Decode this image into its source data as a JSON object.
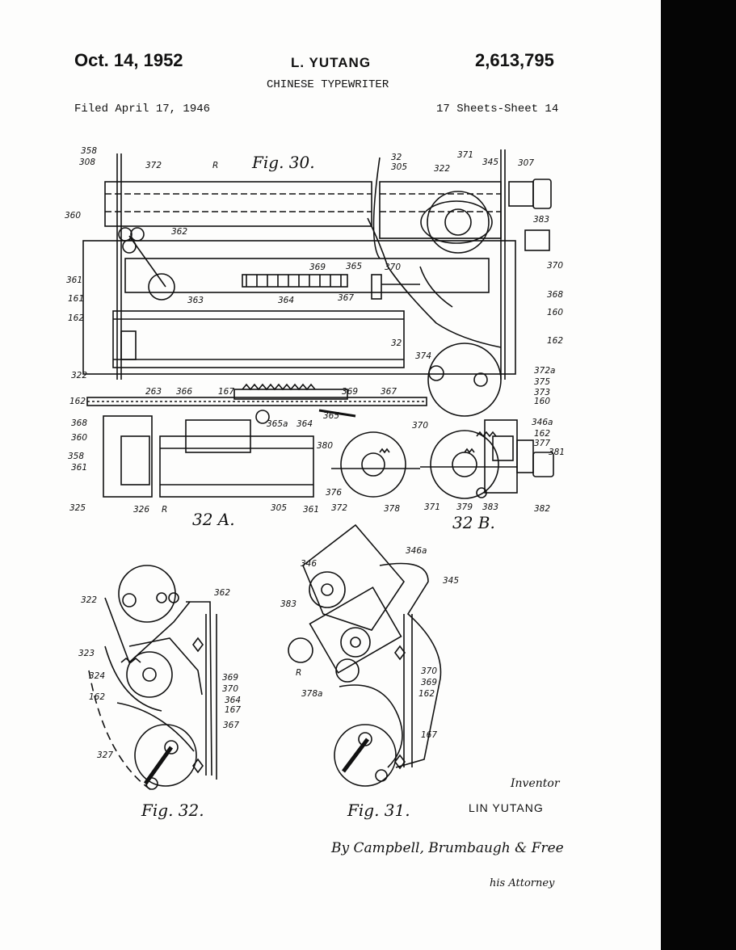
{
  "header": {
    "date": "Oct. 14, 1952",
    "inventor_header": "L. YUTANG",
    "patent_number": "2,613,795",
    "title": "CHINESE TYPEWRITER",
    "filed": "Filed April 17, 1946",
    "sheets": "17 Sheets-Sheet 14"
  },
  "figures": {
    "fig30": "Fig. 30.",
    "fig32a": "32 A.",
    "fig32b": "32 B.",
    "fig32": "Fig. 32.",
    "fig31": "Fig. 31."
  },
  "labels": {
    "fig30": [
      "358",
      "308",
      "372",
      "R",
      "32",
      "305",
      "322",
      "371",
      "345",
      "307",
      "360",
      "383",
      "362",
      "361",
      "369",
      "365",
      "370",
      "370",
      "368",
      "161",
      "363",
      "364",
      "367",
      "162",
      "160",
      "162",
      "322",
      "32",
      "374",
      "372a"
    ],
    "fig32ab": [
      "375",
      "373",
      "160",
      "162",
      "263",
      "366",
      "167",
      "369",
      "367",
      "368",
      "365a",
      "364",
      "365",
      "370",
      "346a",
      "360",
      "162",
      "358",
      "380",
      "377",
      "381",
      "361",
      "376",
      "325",
      "326",
      "R",
      "305",
      "361",
      "372",
      "378",
      "371",
      "379",
      "383",
      "382"
    ],
    "fig32": [
      "322",
      "362",
      "323",
      "369",
      "324",
      "370",
      "162",
      "364",
      "167",
      "367",
      "327"
    ],
    "fig31": [
      "346",
      "346a",
      "345",
      "383",
      "370",
      "R",
      "369",
      "378a",
      "162",
      "167"
    ]
  },
  "signature": {
    "inventor_word": "Inventor",
    "inventor_name": "LIN YUTANG",
    "attorney_line": "By Campbell, Brumbaugh & Free",
    "his_attorney": "his Attorney"
  }
}
